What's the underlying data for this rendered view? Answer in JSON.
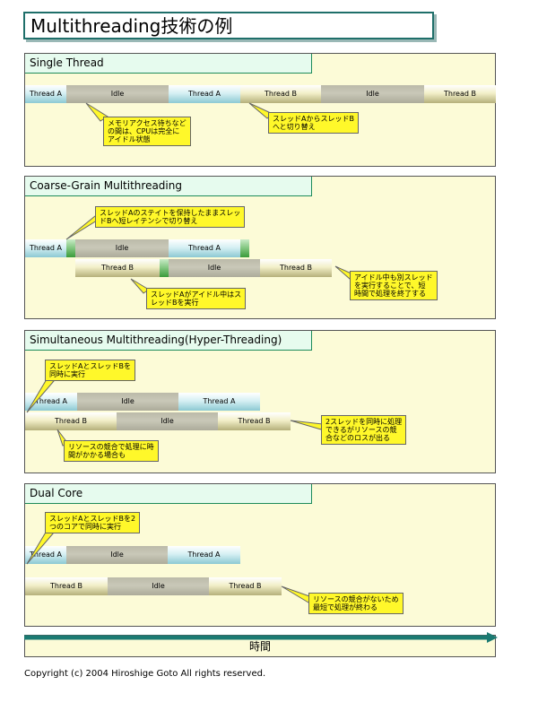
{
  "title": "Multithreading技術の例",
  "panels": [
    {
      "title": "Single Thread",
      "bars": [
        "Thread A",
        "Idle",
        "Thread A",
        "Thread B",
        "Idle",
        "Thread B"
      ],
      "notes": [
        "メモリアクセス待ちなど\nの間は、CPUは完全に\nアイドル状態",
        "スレッドAからスレッドB\nへと切り替え"
      ]
    },
    {
      "title": "Coarse-Grain Multithreading",
      "bars": [
        "Thread A",
        "Idle",
        "Thread A",
        "Thread B",
        "Idle",
        "Thread B"
      ],
      "notes": [
        "スレッドAのステイトを保持したままスレッ\nドBへ短レイテンシで切り替え",
        "スレッドAがアイドル中はス\nレッドBを実行",
        "アイドル中も別スレッド\nを実行することで、短\n時間で処理を終了する"
      ]
    },
    {
      "title": "Simultaneous Multithreading(Hyper-Threading)",
      "bars": [
        "Thread A",
        "Idle",
        "Thread A",
        "Thread B",
        "Idle",
        "Thread B"
      ],
      "notes": [
        "スレッドAとスレッドBを\n同時に実行",
        "リソースの競合で処理に時\n間がかかる場合も",
        "2スレッドを同時に処理\nできるがリソースの競\n合などのロスが出る"
      ]
    },
    {
      "title": "Dual Core",
      "bars": [
        "Thread A",
        "Idle",
        "Thread A",
        "Thread B",
        "Idle",
        "Thread B"
      ],
      "notes": [
        "スレッドAとスレッドBを2\nつのコアで同時に実行",
        "リソースの競合がないため\n最短で処理が終わる"
      ]
    }
  ],
  "timeline_label": "時間",
  "copyright": "Copyright (c) 2004 Hiroshige Goto All rights reserved.",
  "colors": {
    "panel_bg": "#fcfbd7",
    "panel_title_bg": "#e6fbee",
    "note_bg": "#fff82a",
    "timeline_arrow": "#1b7a72",
    "thread_a": "#8cc9d3",
    "thread_b": "#b5b07a",
    "idle": "#bbbaa9",
    "switch": "#3a9b3a"
  }
}
